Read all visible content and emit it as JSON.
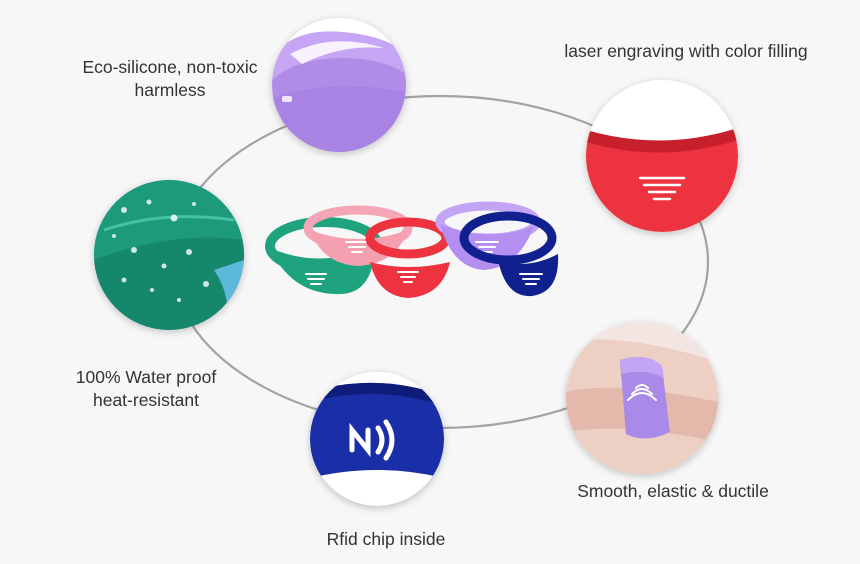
{
  "features": {
    "silicone": {
      "line1": "Eco-silicone, non-toxic",
      "line2": "harmless",
      "icon": "purple-band-closeup"
    },
    "engraving": {
      "line1": "laser engraving with color filling",
      "icon": "red-band-engraved-symbol"
    },
    "waterproof": {
      "line1": "100% Water proof",
      "line2": "heat-resistant",
      "icon": "green-band-water-drops"
    },
    "elastic": {
      "line1": "Smooth, elastic & ductile",
      "icon": "purple-band-on-wrist"
    },
    "chip": {
      "line1": "Rfid chip inside",
      "icon": "blue-band-nfc-symbol"
    }
  },
  "colors": {
    "ring": "#9a9a9a",
    "purple": "#b48ef0",
    "red": "#ee3340",
    "green": "#1fa37e",
    "pink": "#f4a0b0",
    "navy": "#10208f",
    "blue": "#1a2ea8",
    "teal": "#1d9a7a"
  }
}
